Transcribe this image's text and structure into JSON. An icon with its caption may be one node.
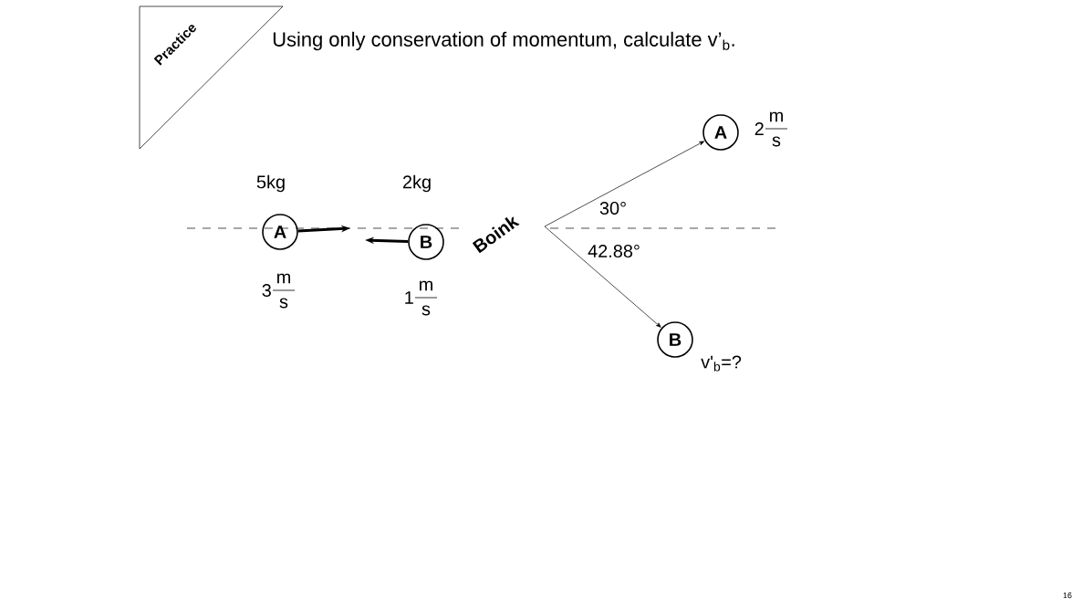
{
  "diagram": {
    "title": "Using only conservation of momentum, calculate v’$_{b}$.",
    "nodes": [
      {
        "text": [
          "Practice"
        ]
      },
      {
        "text": [
          "A"
        ],
        "beside": [
          "5kg",
          "3",
          "m",
          "s"
        ]
      },
      {
        "text": [
          "B"
        ],
        "beside": [
          "2kg",
          "1",
          "m",
          "s"
        ]
      },
      {
        "text": [
          "A"
        ],
        "beside": [
          "2",
          "m",
          "s"
        ]
      },
      {
        "text": [
          "B"
        ],
        "beside": [
          "v'$_{b}$=?"
        ]
      }
    ],
    "edges": [
      {
        "from": 1,
        "to": null,
        "arrow": "to",
        "style": "thick"
      },
      {
        "from": 2,
        "to": null,
        "arrow": "to",
        "style": "thick"
      },
      {
        "from": null,
        "to": 3,
        "arrow": "to"
      },
      {
        "from": null,
        "to": 4,
        "arrow": "to"
      }
    ],
    "labels": [
      "Boink",
      "30°",
      "42.88°",
      "16"
    ]
  }
}
